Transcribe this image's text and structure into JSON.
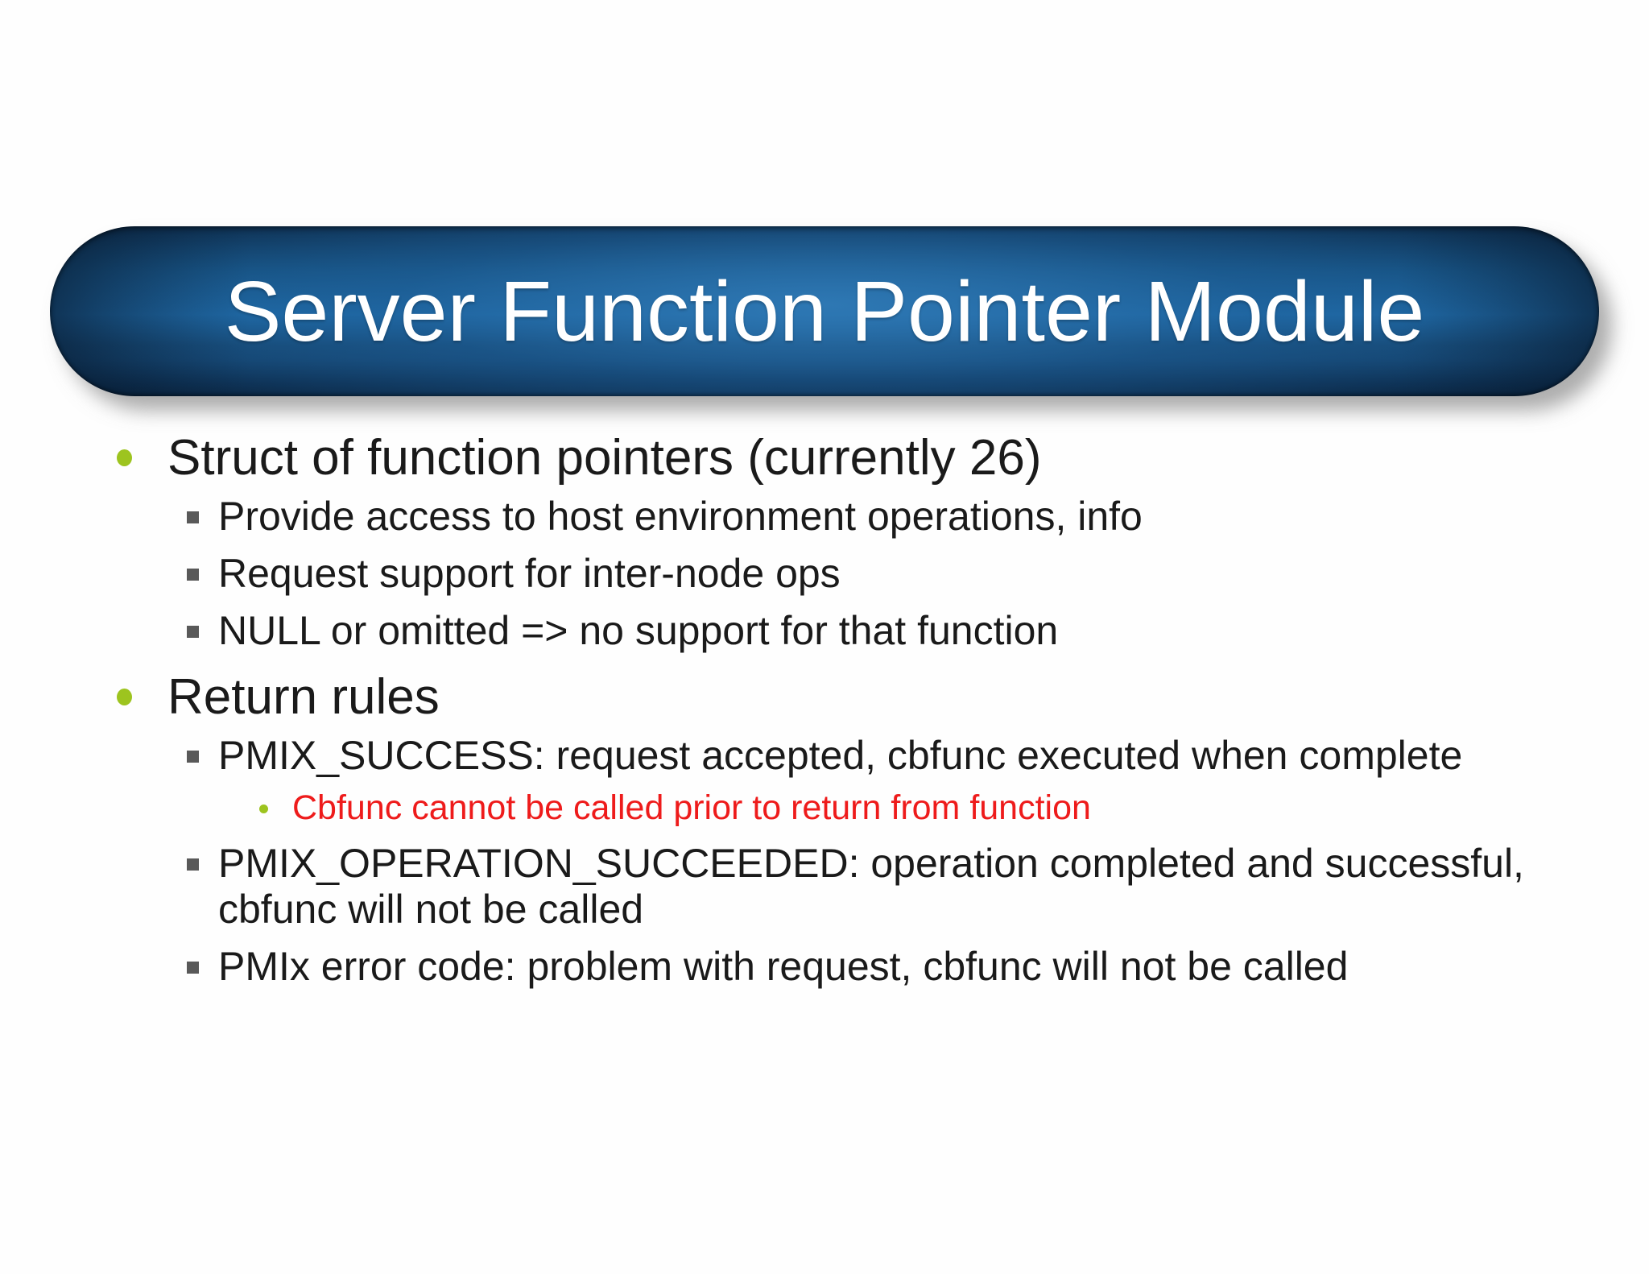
{
  "slide": {
    "title": "Server Function Pointer Module",
    "bullets": [
      {
        "level": 1,
        "text": "Struct of function pointers (currently 26)"
      },
      {
        "level": 2,
        "text": "Provide access to host environment operations, info"
      },
      {
        "level": 2,
        "text": "Request support for inter-node ops"
      },
      {
        "level": 2,
        "text": "NULL or omitted => no support for that function"
      },
      {
        "level": 1,
        "text": "Return rules"
      },
      {
        "level": 2,
        "text": "PMIX_SUCCESS: request accepted, cbfunc executed when complete"
      },
      {
        "level": 3,
        "text": "Cbfunc cannot be called prior to return from function",
        "tone": "alert"
      },
      {
        "level": 2,
        "text": "PMIX_OPERATION_SUCCEEDED: operation completed and successful,\ncbfunc will not be called"
      },
      {
        "level": 2,
        "text": "PMIx error code: problem with request, cbfunc will not be called"
      }
    ],
    "colors": {
      "accent_green": "#9dc41f",
      "bullet_gray": "#595959",
      "alert_red": "#ee1b1b",
      "banner_core_blue": "#1e6aa7",
      "banner_edge_navy": "#081f38",
      "title_white": "#ffffff",
      "body_text": "#1a1a1a",
      "background": "#fefefe"
    }
  }
}
